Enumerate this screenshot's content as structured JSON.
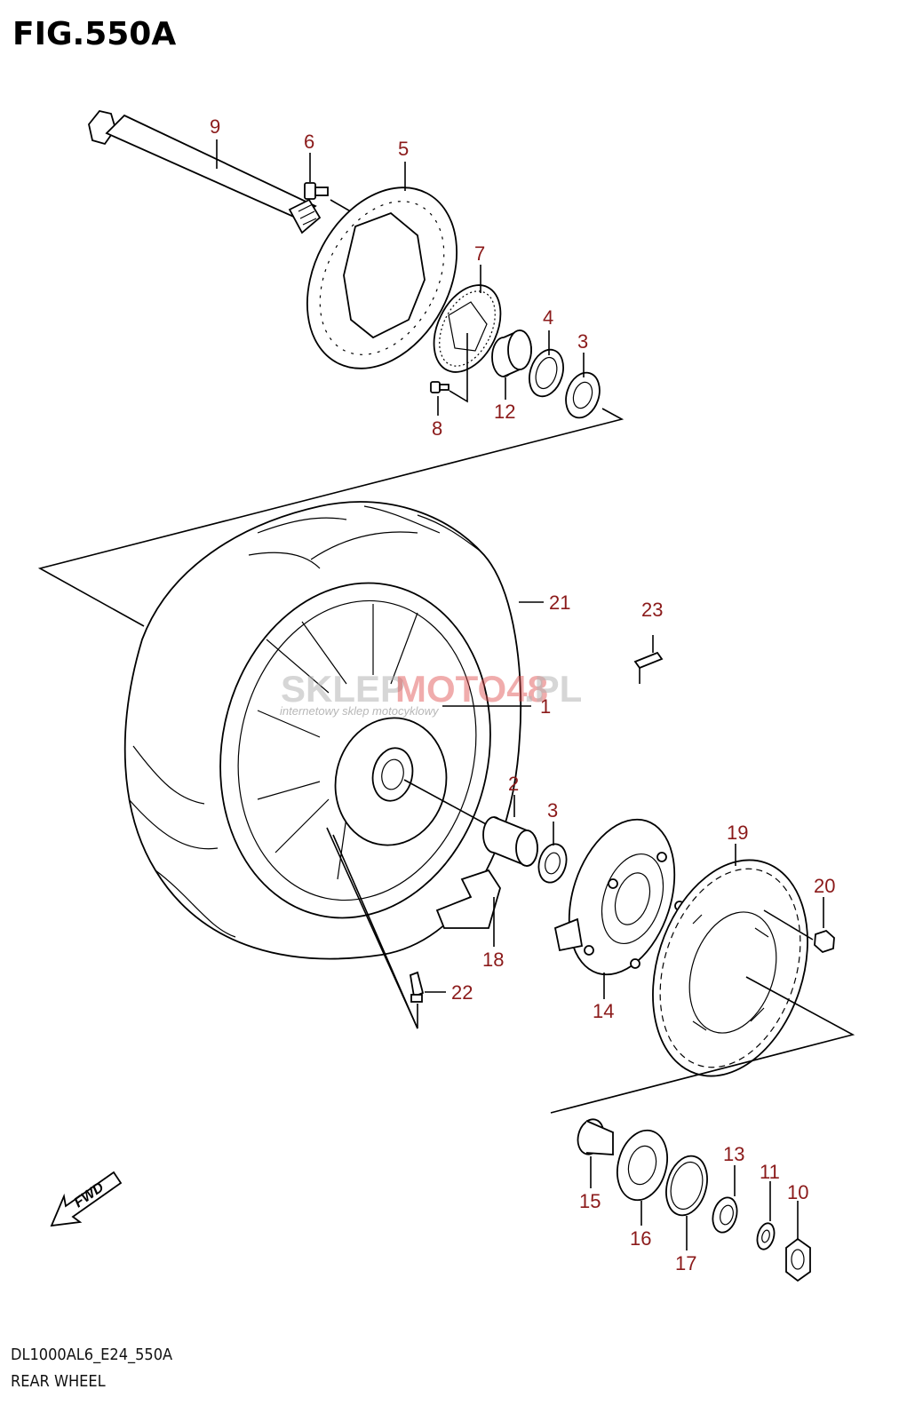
{
  "figure": {
    "title": "FIG.550A"
  },
  "footer": {
    "code": "DL1000AL6_E24_550A",
    "name": "REAR WHEEL"
  },
  "fwd_label": "FWD",
  "watermark": {
    "part1": "SKLEP",
    "part2": "MOTO48",
    "part3": ".PL",
    "tagline": "internetowy sklep motocyklowy"
  },
  "callouts": [
    "9",
    "6",
    "5",
    "7",
    "4",
    "3",
    "12",
    "8",
    "21",
    "23",
    "1",
    "2",
    "3",
    "19",
    "20",
    "18",
    "14",
    "22",
    "15",
    "16",
    "13",
    "11",
    "10",
    "17"
  ],
  "colors": {
    "callout": "#8b1a1a",
    "line": "#000000",
    "watermark_red": "#e04a4a"
  }
}
